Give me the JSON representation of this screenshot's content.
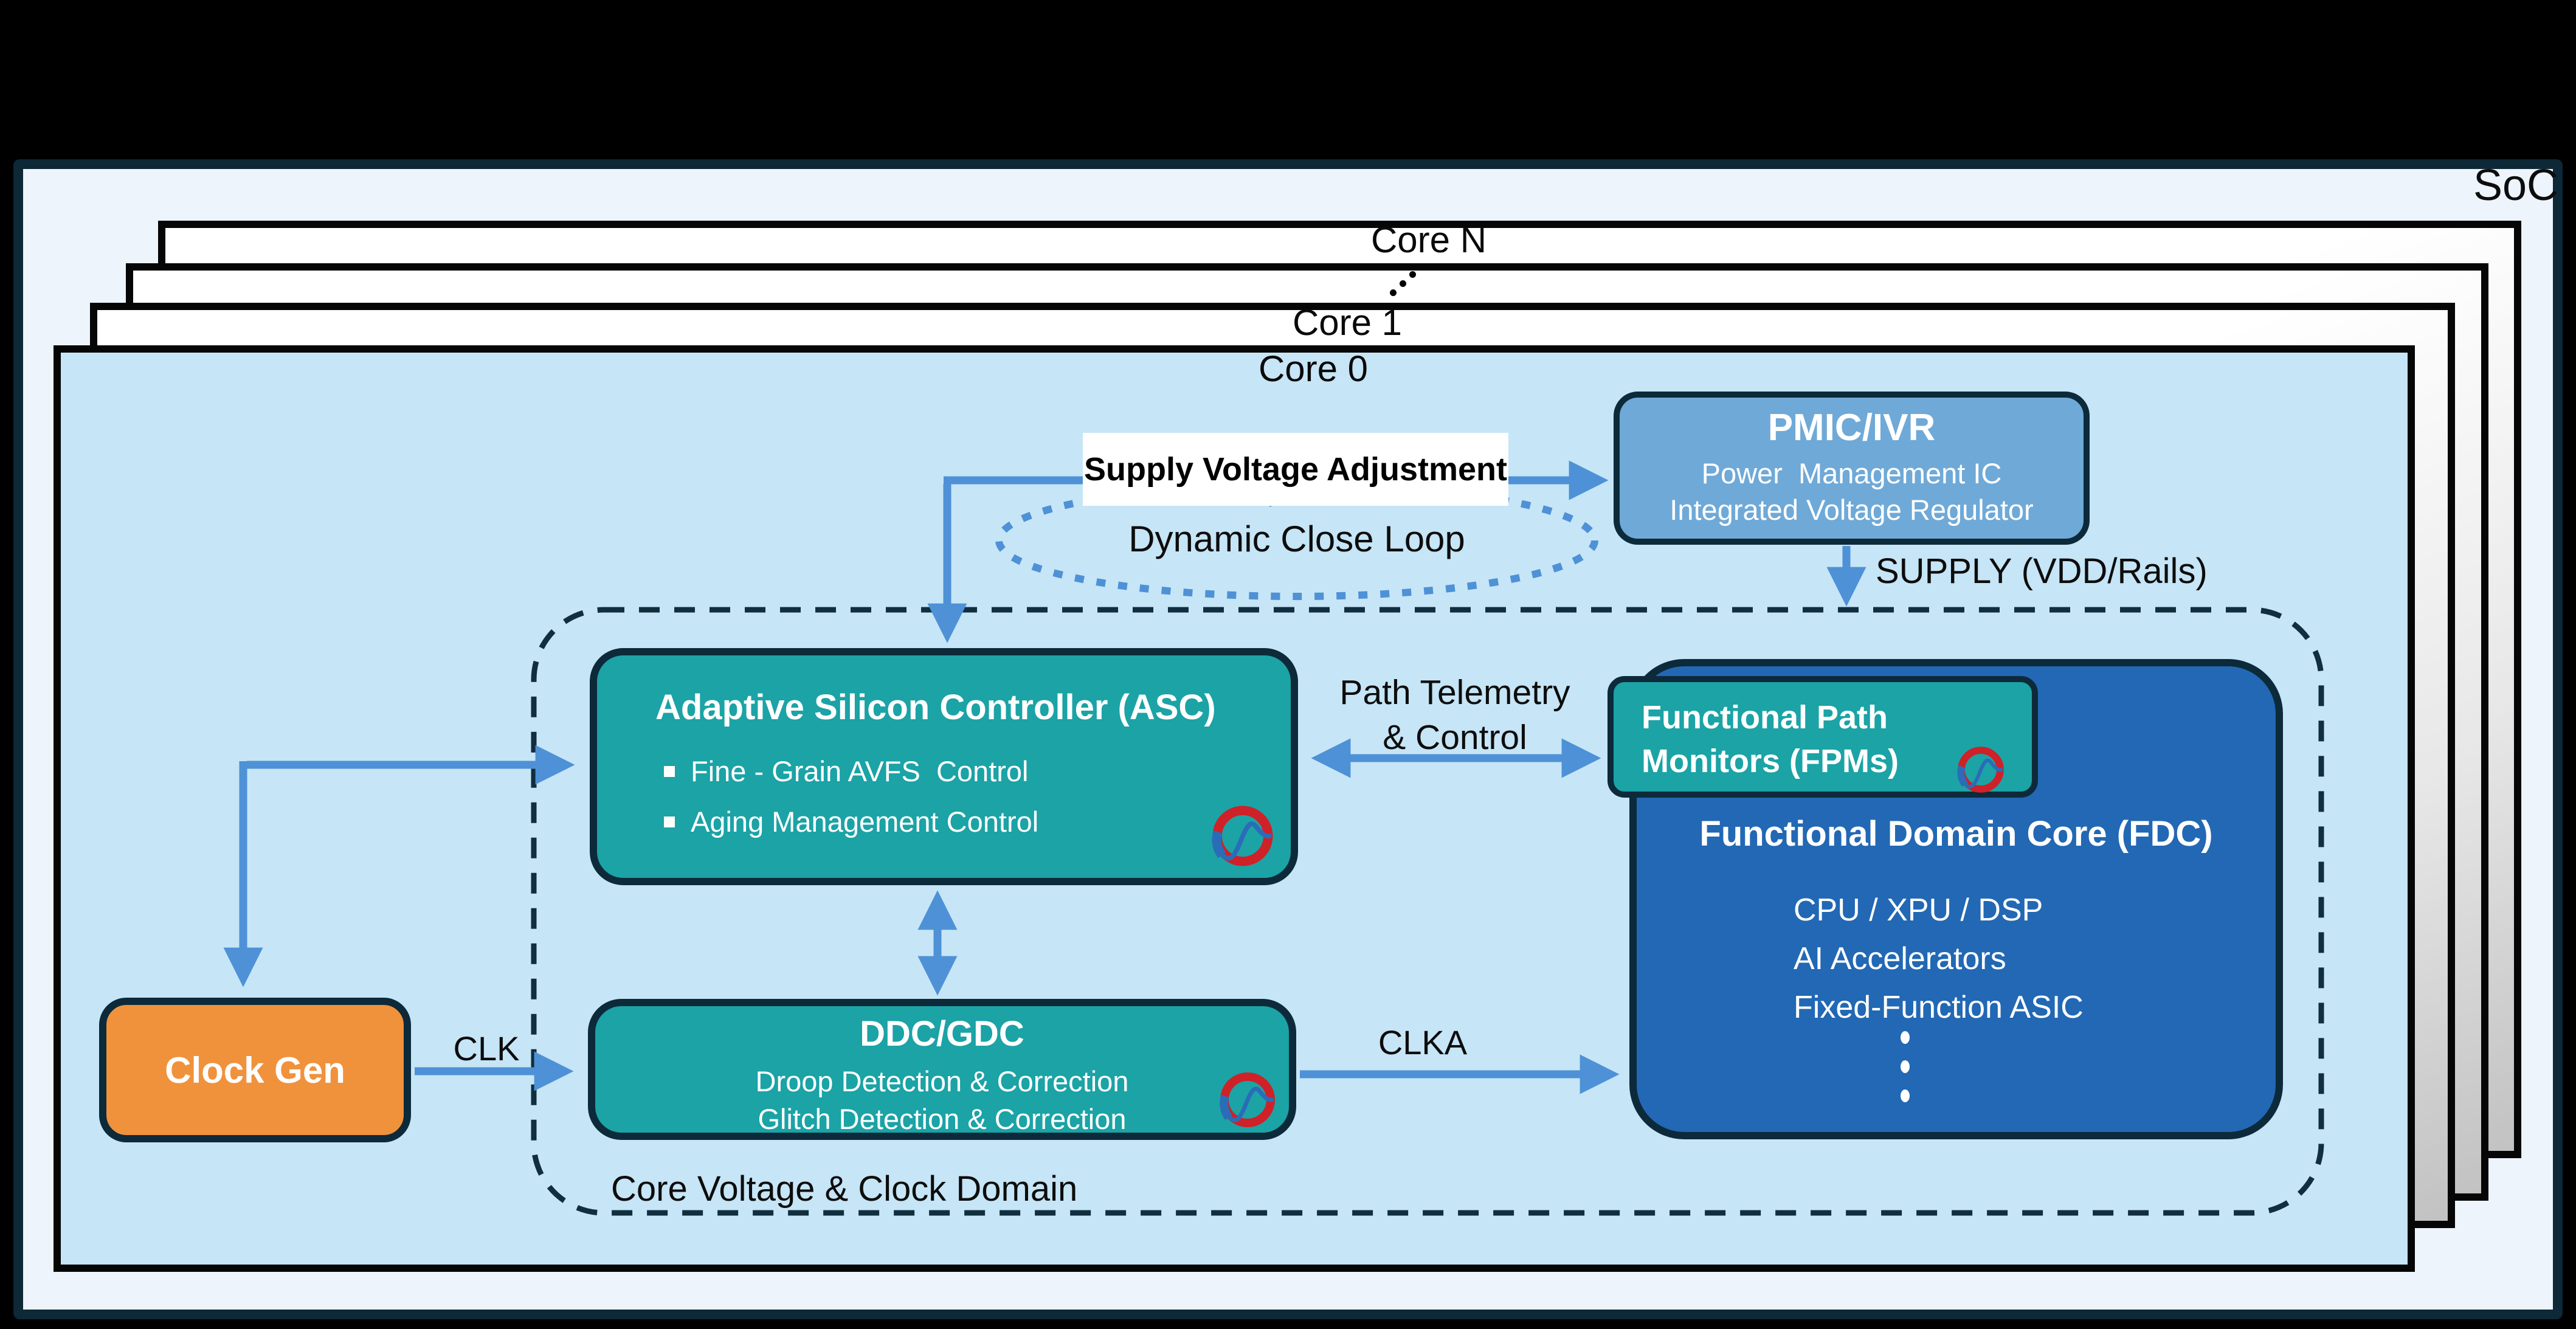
{
  "soc_label": "SoC",
  "cores": {
    "core_n": "Core N",
    "core_1": "Core 1",
    "core_0": "Core 0"
  },
  "pmic": {
    "title": "PMIC/IVR",
    "line1": "Power  Management IC",
    "line2": "Integrated Voltage Regulator"
  },
  "supply_adjustment_label": "Supply Voltage Adjustment",
  "dynamic_close_loop_label": "Dynamic Close Loop",
  "supply_rail_label": "SUPPLY (VDD/Rails)",
  "asc": {
    "title": "Adaptive Silicon Controller (ASC)",
    "bullets": [
      "Fine - Grain AVFS  Control",
      "Aging Management Control"
    ]
  },
  "path_telemetry": {
    "line1": "Path Telemetry",
    "line2": "& Control"
  },
  "fpm": {
    "line1": "Functional Path",
    "line2": "Monitors (FPMs)"
  },
  "fdc": {
    "title": "Functional Domain Core (FDC)",
    "items": [
      "CPU / XPU / DSP",
      "AI Accelerators",
      "Fixed-Function ASIC"
    ]
  },
  "ddc": {
    "title": "DDC/GDC",
    "line1": "Droop Detection & Correction",
    "line2": "Glitch Detection & Correction"
  },
  "clock_gen_label": "Clock Gen",
  "clk_label": "CLK",
  "clka_label": "CLKA",
  "domain_label": "Core Voltage & Clock Domain",
  "colors": {
    "arrow_blue": "#4e91d6",
    "teal": "#1ba3a6",
    "fdc_blue": "#2268b4",
    "pmic_blue": "#6fa9d7",
    "clockgen_orange": "#f0923c",
    "core0_fill": "#c6e5f6",
    "soc_panel": "#edf4fb",
    "dark_border": "#0d2a3a",
    "logo_red": "#cf2128",
    "logo_blue": "#2b6cb8"
  }
}
